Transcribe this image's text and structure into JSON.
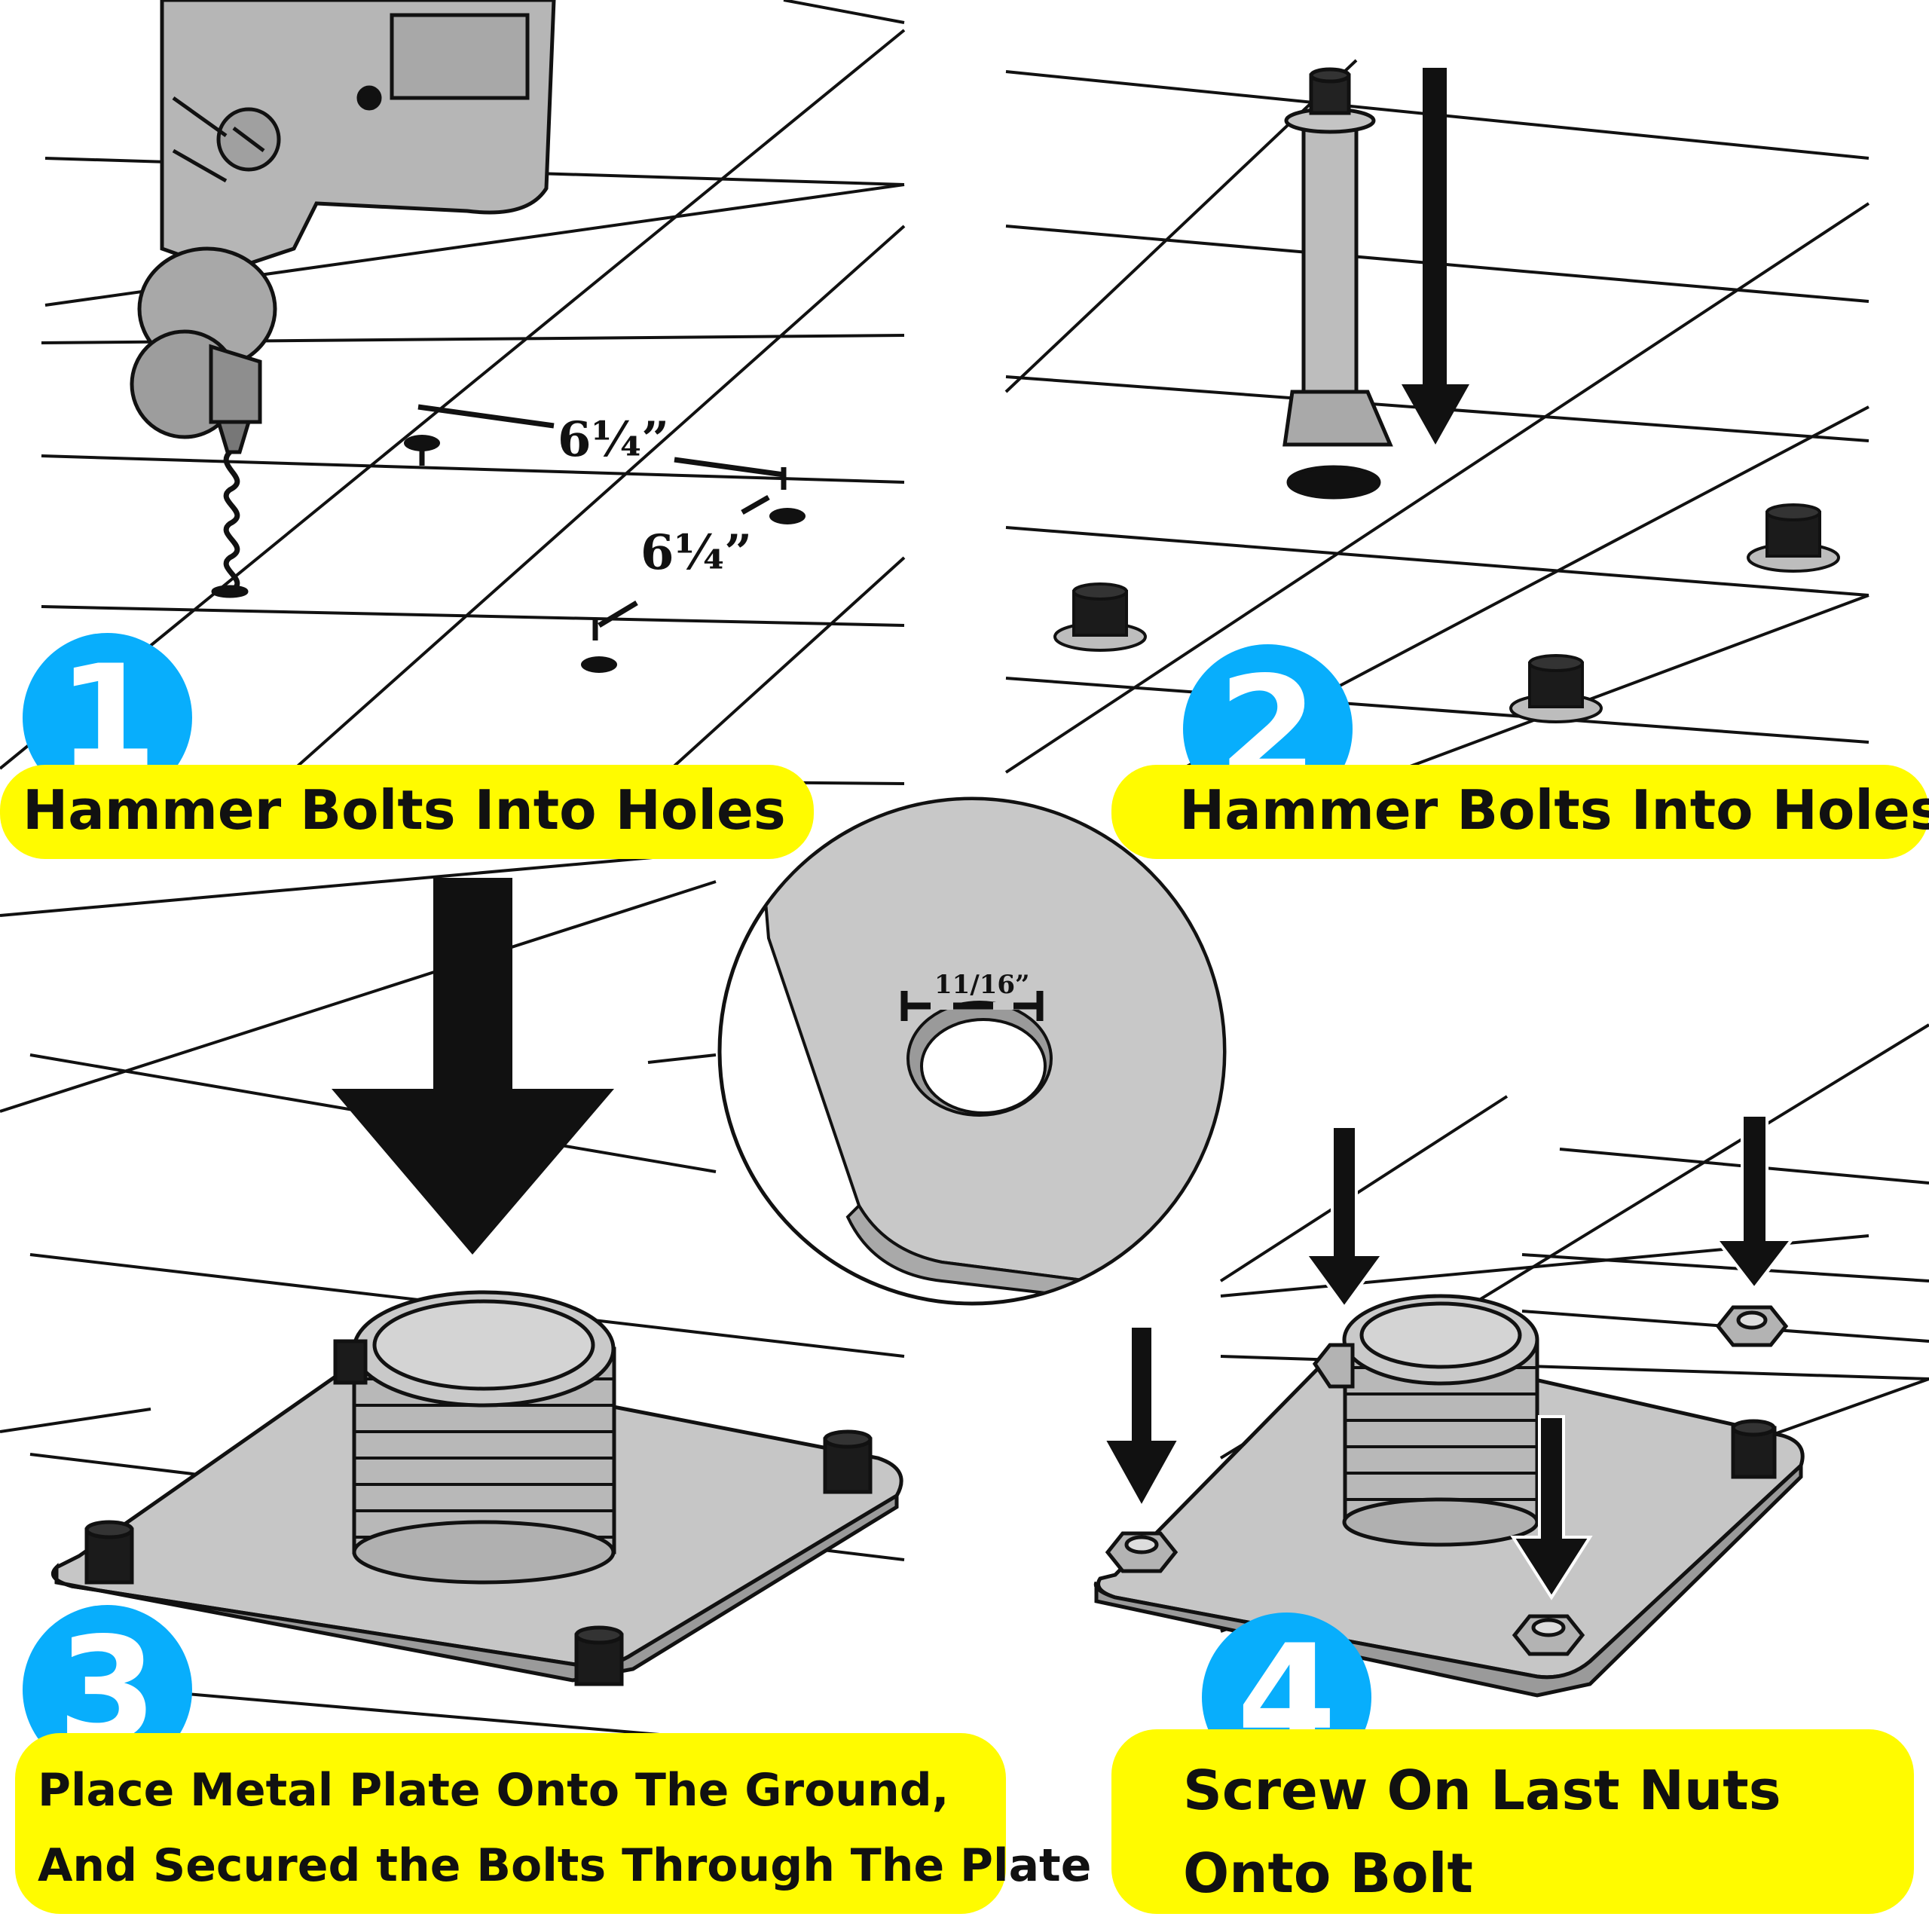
{
  "steps": [
    {
      "number": "1",
      "lines": [
        "Hammer Bolts Into Holes"
      ]
    },
    {
      "number": "2",
      "lines": [
        "Hammer Bolts Into Holes"
      ]
    },
    {
      "number": "3",
      "lines": [
        "Place Metal Plate Onto The Ground,",
        "And Secured the Bolts Through The Plate"
      ]
    },
    {
      "number": "4",
      "lines": [
        "Screw On Last Nuts",
        "Onto Bolt"
      ]
    }
  ],
  "dimensions": {
    "spacing_a": "6¼”",
    "spacing_b": "6¼”",
    "hole_diameter": "11/16”"
  },
  "colors": {
    "bubble": "#08aefc",
    "label": "#fffb00",
    "metal": "#c6c6c6",
    "ink": "#111111"
  }
}
